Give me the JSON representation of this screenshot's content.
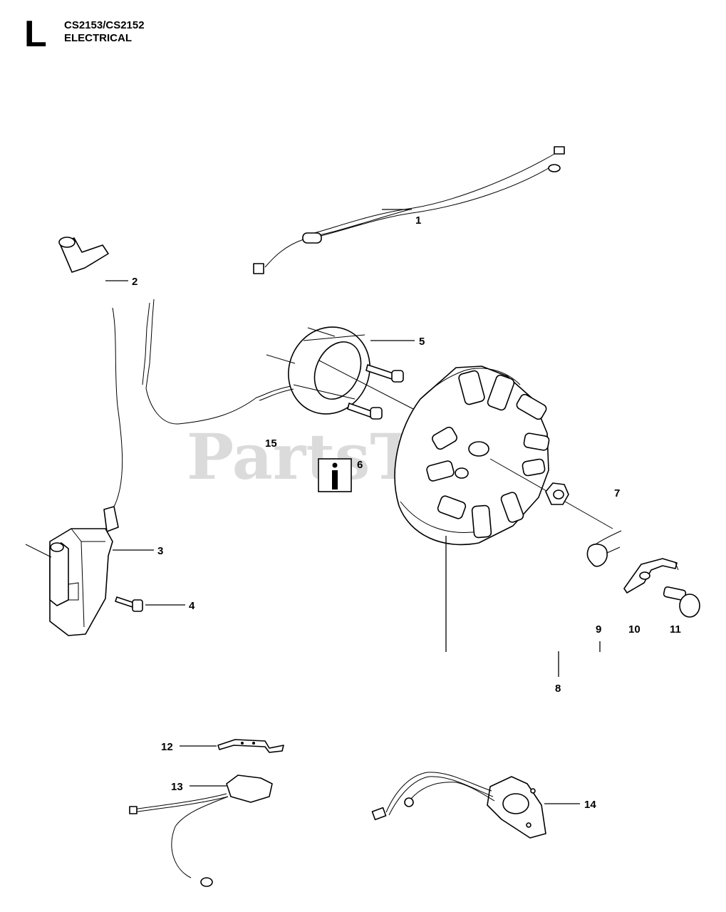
{
  "header": {
    "section_letter": "L",
    "model": "CS2153/CS2152",
    "title": "ELECTRICAL"
  },
  "callouts": [
    "1",
    "2",
    "3",
    "4",
    "5",
    "6",
    "7",
    "8",
    "9",
    "10",
    "11",
    "12",
    "13",
    "14",
    "15"
  ],
  "watermark": "PartsTree",
  "colors": {
    "line": "#000000",
    "watermark": "#cfcfcf"
  }
}
